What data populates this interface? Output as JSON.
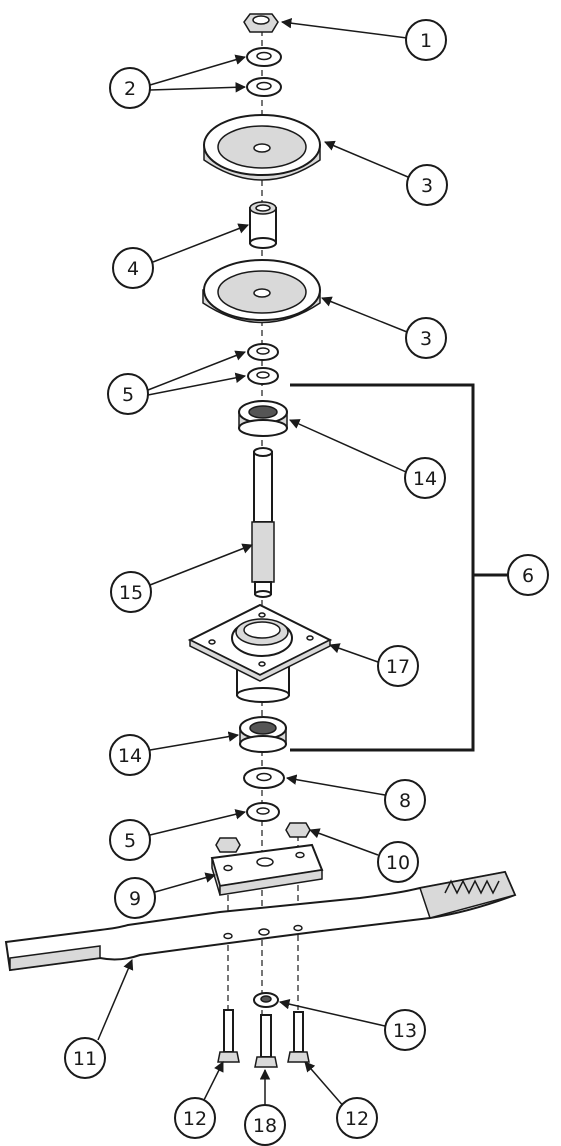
{
  "callouts": {
    "c1": "1",
    "c2": "2",
    "c3a": "3",
    "c3b": "3",
    "c4": "4",
    "c5a": "5",
    "c6": "6",
    "c14a": "14",
    "c15": "15",
    "c17": "17",
    "c14b": "14",
    "c8": "8",
    "c5b": "5",
    "c10": "10",
    "c9": "9",
    "c13": "13",
    "c11": "11",
    "c12a": "12",
    "c18": "18",
    "c12b": "12"
  }
}
